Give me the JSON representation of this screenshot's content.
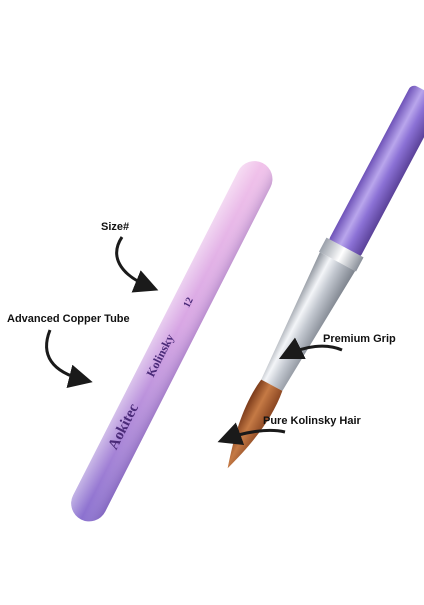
{
  "annotations": {
    "size": "Size#",
    "tube": "Advanced Copper Tube",
    "grip": "Premium Grip",
    "hair": "Pure Kolinsky Hair"
  },
  "brush_left": {
    "brand": "Aokitec",
    "model": "Kolinsky",
    "size_number": "12"
  },
  "colors": {
    "handle_pink": "#e8b6e2",
    "handle_purple": "#8f6fd0",
    "ferrule_silver": "#c9cdd4",
    "bristle_brown": "#b5683a",
    "arrow": "#1a1a1a"
  }
}
